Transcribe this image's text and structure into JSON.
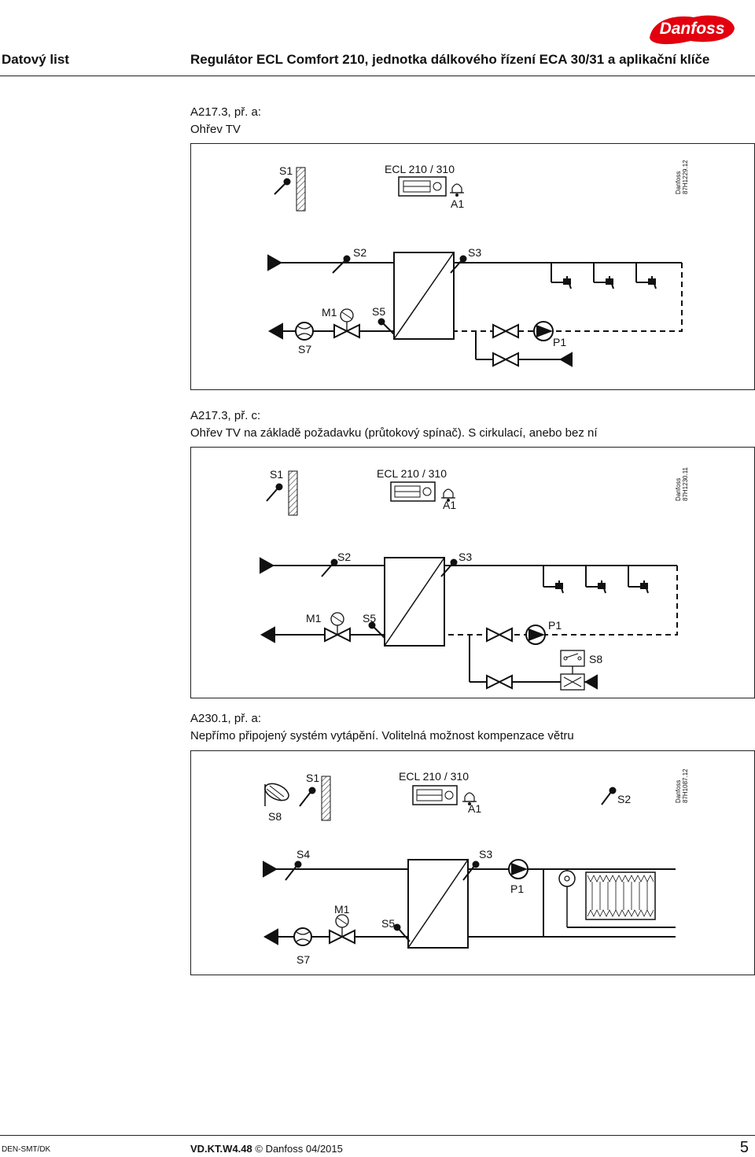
{
  "header": {
    "doc_type": "Datový list",
    "title": "Regulátor ECL Comfort 210, jednotka dálkového řízení ECA 30/31 a aplikační klíče",
    "logo_text": "Danfoss"
  },
  "diagram1": {
    "ref": "A217.3, př. a:",
    "caption": "Ohřev TV",
    "controller": "ECL 210 / 310",
    "code": "87H1229.12",
    "brand": "Danfoss",
    "labels": {
      "s1": "S1",
      "s2": "S2",
      "s3": "S3",
      "s5": "S5",
      "s7": "S7",
      "m1": "M1",
      "p1": "P1",
      "a1": "A1"
    }
  },
  "diagram2": {
    "ref": "A217.3, př. c:",
    "caption": "Ohřev TV na základě požadavku (průtokový spínač). S cirkulací, anebo bez ní",
    "controller": "ECL 210 / 310",
    "code": "87H1230.11",
    "brand": "Danfoss",
    "labels": {
      "s1": "S1",
      "s2": "S2",
      "s3": "S3",
      "s5": "S5",
      "s8": "S8",
      "m1": "M1",
      "p1": "P1",
      "a1": "A1"
    }
  },
  "diagram3": {
    "ref": "A230.1, př. a:",
    "caption": "Nepřímo připojený systém vytápění. Volitelná možnost kompenzace větru",
    "controller": "ECL 210 / 310",
    "code": "87H1087.12",
    "brand": "Danfoss",
    "labels": {
      "s1": "S1",
      "s2": "S2",
      "s3": "S3",
      "s4": "S4",
      "s5": "S5",
      "s7": "S7",
      "s8": "S8",
      "m1": "M1",
      "p1": "P1",
      "a1": "A1"
    }
  },
  "footer": {
    "left": "DEN-SMT/DK",
    "code": "VD.KT.W4.48",
    "copyright": "© Danfoss 04/2015",
    "page": "5"
  }
}
